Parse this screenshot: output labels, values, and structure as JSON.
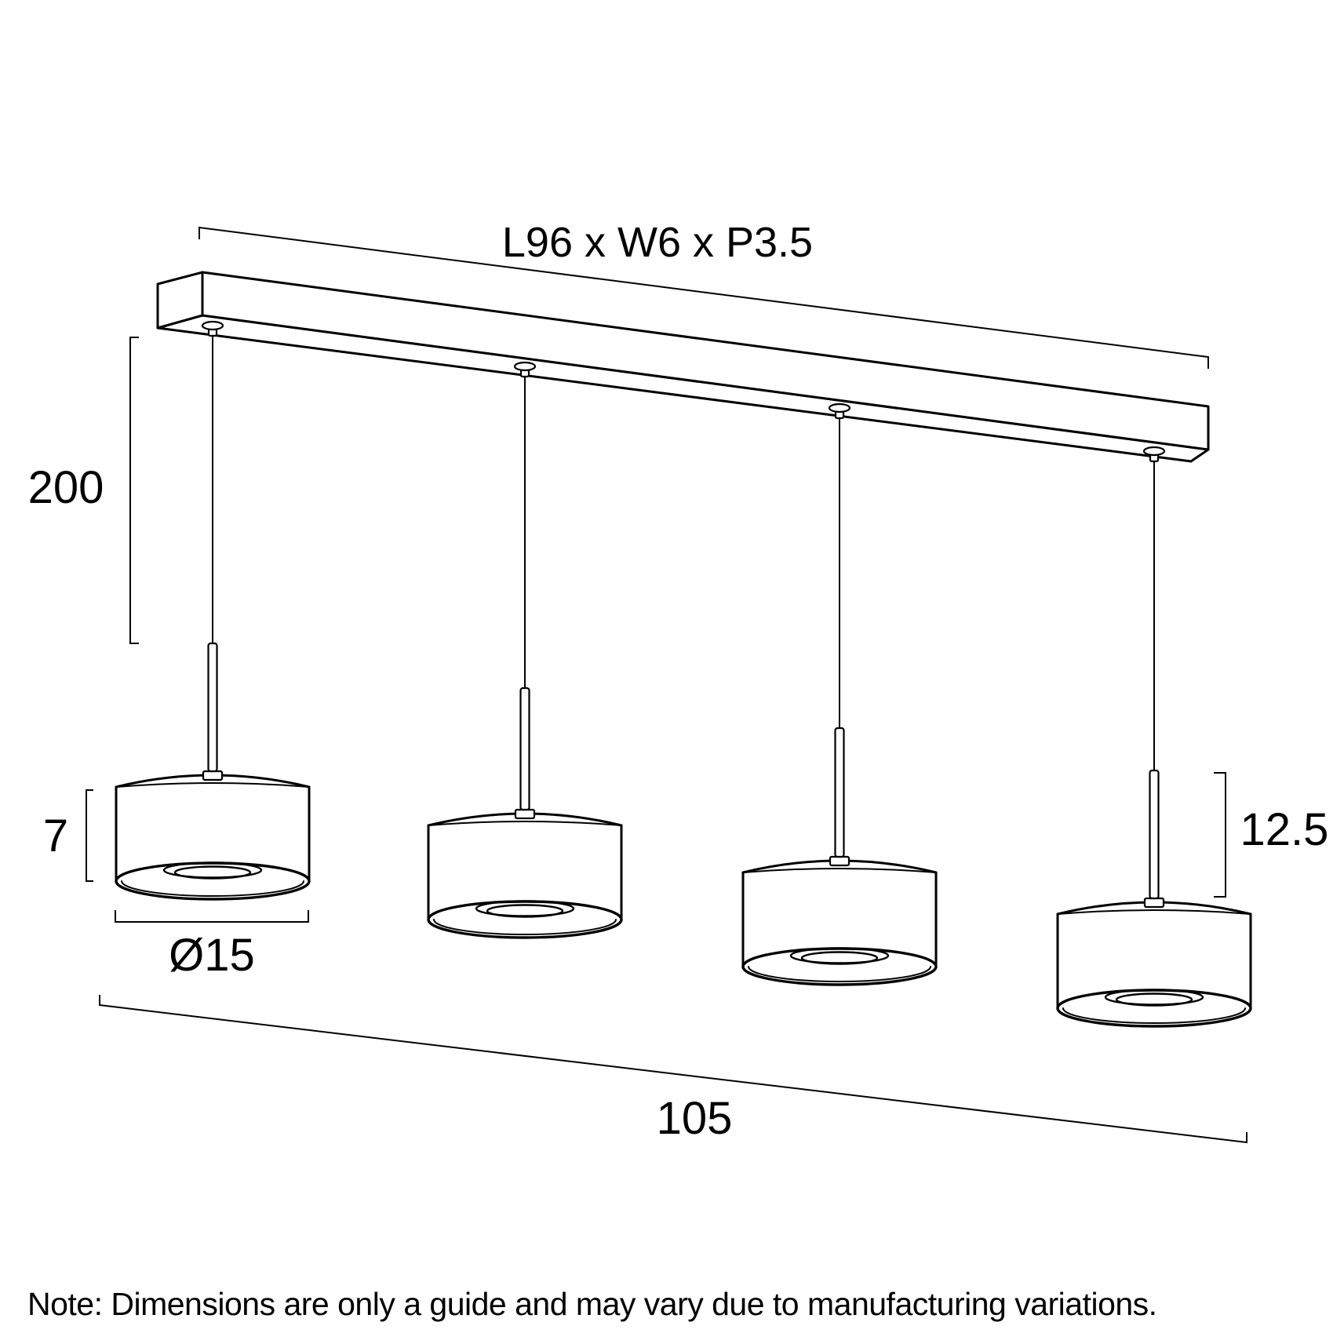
{
  "diagram": {
    "type": "pendant-light-technical-drawing",
    "canopy_dimension_label": "L96 x W6 x P3.5",
    "suspension_drop_label": "200",
    "shade_height_label": "7",
    "shade_diameter_label": "Ø15",
    "rod_length_label": "12.5",
    "overall_length_label": "105",
    "pendant_count": 4,
    "note": "Note: Dimensions are only a guide and may vary due to manufacturing variations."
  },
  "colors": {
    "line": "#000000",
    "background": "#ffffff"
  }
}
